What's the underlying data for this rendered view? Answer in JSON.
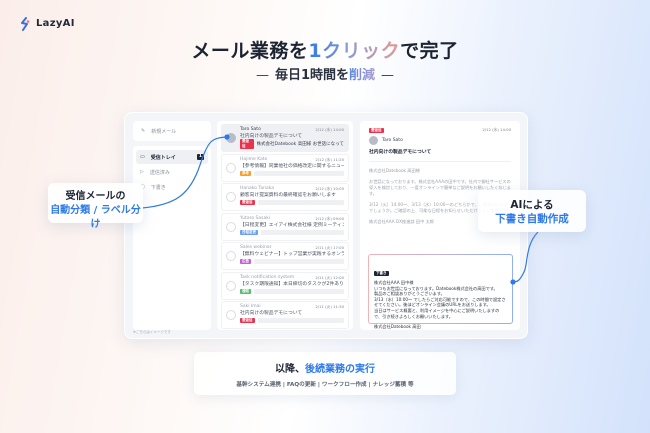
{
  "brand": {
    "name": "LazyAI"
  },
  "hero": {
    "headline_part1": "メール業務を",
    "headline_highlight": "1クリック",
    "headline_part2": "で完了",
    "sub_dash_left": "—",
    "sub_part1": "毎日1時間を",
    "sub_highlight": "削減",
    "sub_dash_right": "—"
  },
  "mail_app": {
    "compose_label": "新規メール",
    "nav": [
      {
        "label": "受信トレイ",
        "badge": "1",
        "active": true,
        "icon": "inbox-icon"
      },
      {
        "label": "送信済み",
        "active": false,
        "icon": "send-icon"
      },
      {
        "label": "下書き",
        "active": false,
        "icon": "draft-icon"
      }
    ],
    "footnote": "※こちらはイメージです",
    "mails": [
      {
        "sender": "Taro Sato",
        "date": "2/12 (水) 14:00",
        "subject": "社内向けの製品デモについて",
        "tag": "要返信",
        "tag_color": "#e8334f",
        "preview": "株式会社Datebook 高田様 お世話になってお…",
        "selected": true
      },
      {
        "sender": "Hajime Kato",
        "date": "2/12 (水) 11:20",
        "subject": "【参考情報】同業他社の価格改定に関するニュース",
        "tag": "参考",
        "tag_color": "#f5a02a",
        "selected": false
      },
      {
        "sender": "Hanako Tanaka",
        "date": "2/12 (水) 10:05",
        "subject": "顧客向け提案資料の最終確認をお願いします",
        "tag": "要返信",
        "tag_color": "#e8334f",
        "selected": false
      },
      {
        "sender": "Yutaro Sasaki",
        "date": "2/12 (水) 09:00",
        "subject": "【日程変更】エイアイ株式会社様 定例ミーティング",
        "tag": "日程変更",
        "tag_color": "#6aa0ec",
        "selected": false
      },
      {
        "sender": "Sales webinar",
        "date": "2/11 (火) 17:00",
        "subject": "【無料ウェビナー】トップ営業が実践するオンライン…",
        "tag": "広告",
        "tag_color": "#c45fd8",
        "selected": false
      },
      {
        "sender": "Task notification system",
        "date": "2/11 (火) 12:00",
        "subject": "【タスク期限通知】本日締切のタスクが2件あります",
        "tag": "通知",
        "tag_color": "#4cc26a",
        "selected": false
      },
      {
        "sender": "Saki Imai",
        "date": "2/11 (火) 11:30",
        "subject": "社内向けの製品デモについて",
        "tag": "要返信",
        "tag_color": "#e8334f",
        "selected": false
      }
    ],
    "detail": {
      "tag": "要返信",
      "date": "2/12 (水) 14:00",
      "sender": "Taro Sato",
      "subject": "社内向けの製品デモについて",
      "body": [
        "株式会社Datebook 高田様",
        "お世話になっております。株式会社AAAの田中です。社内で御社サービスの導入を検討しており、一度オンラインで簡単なご説明をお願いしたく存じます。",
        "3/12（火）14:00〜、3/13（水）10:00〜のどちらかで、ご都合はいかがでしょうか。ご確認の上、可能な日程をお知らせいただけますと幸いです。",
        "株式会社AAA DX推進部 田中 太郎"
      ]
    },
    "draft": {
      "tag": "下書き",
      "lines": [
        "株式会社AAA 田中様",
        "いつもお世話になっております。Datebook株式会社の高田です。",
        "製品のご相談ありがとうございます。",
        "3/13（水）10:00〜 でしたらご対応可能ですので、この時間で設定させてください。後ほどオンライン会議のURLをお送りします。",
        "当日はサービス概要と、利用イメージを中心にご説明いたしますので、引き続きよろしくお願いいたします。",
        "",
        "株式会社Datebook 高田"
      ]
    }
  },
  "callouts": {
    "left": {
      "line1": "受信メールの",
      "line2": "自動分類 / ラベル分け"
    },
    "right": {
      "line1": "AIによる",
      "line2": "下書き自動作成"
    }
  },
  "bottom": {
    "title_part1": "以降、",
    "title_highlight": "後続業務の実行",
    "subtitle": "基幹システム連携 | FAQの更新 | ワークフロー作成 | ナレッジ蓄積 等"
  },
  "colors": {
    "accent_blue": "#2f7ae8",
    "tag_reply": "#e8334f",
    "tag_reference": "#f5a02a",
    "tag_schedule": "#6aa0ec",
    "tag_ad": "#c45fd8",
    "tag_notice": "#4cc26a"
  }
}
